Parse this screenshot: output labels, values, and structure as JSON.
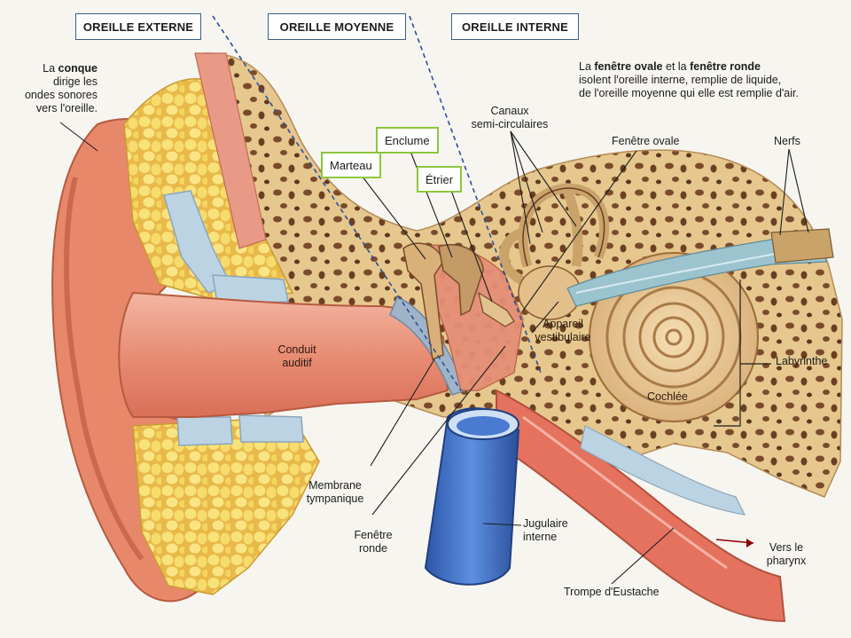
{
  "regions": {
    "external": "OREILLE EXTERNE",
    "middle": "OREILLE MOYENNE",
    "internal": "OREILLE INTERNE"
  },
  "ossicles": {
    "marteau": "Marteau",
    "enclume": "Enclume",
    "etrier": "Étrier"
  },
  "conque_note": {
    "pre": "La ",
    "bold": "conque",
    "line1_rest": "",
    "line2": "dirige les",
    "line3": "ondes sonores",
    "line4": "vers l'oreille."
  },
  "windows_note": {
    "la": "La ",
    "b1": "fenêtre ovale",
    "et": " et la ",
    "b2": "fenêtre ronde",
    "line2": "isolent l'oreille interne, remplie de liquide,",
    "line3": "de l'oreille moyenne qui elle est remplie d'air."
  },
  "labels": {
    "canaux_1": "Canaux",
    "canaux_2": "semi-circulaires",
    "fenetre_ovale": "Fenêtre ovale",
    "nerfs": "Nerfs",
    "conduit_1": "Conduit",
    "conduit_2": "auditif",
    "appareil_1": "Appareil",
    "appareil_2": "vestibulaire",
    "labyrinthe": "Labyrinthe",
    "cochlee": "Cochlée",
    "membrane_1": "Membrane",
    "membrane_2": "tympanique",
    "fenetre_ronde_1": "Fenêtre",
    "fenetre_ronde_2": "ronde",
    "jugulaire_1": "Jugulaire",
    "jugulaire_2": "interne",
    "vers_1": "Vers le",
    "vers_2": "pharynx",
    "trompe": "Trompe d'Eustache"
  },
  "colors": {
    "skin": "#e8886a",
    "skin_light": "#f2b49a",
    "bone": "#e9cf9a",
    "bone_dark": "#7a4b2a",
    "fat": "#f4d45a",
    "cartilage": "#bcd3e3",
    "vein": "#3f6fc6",
    "tympan": "#9fb4c8",
    "frame": "#3a5f86",
    "green": "#8dc63f"
  }
}
